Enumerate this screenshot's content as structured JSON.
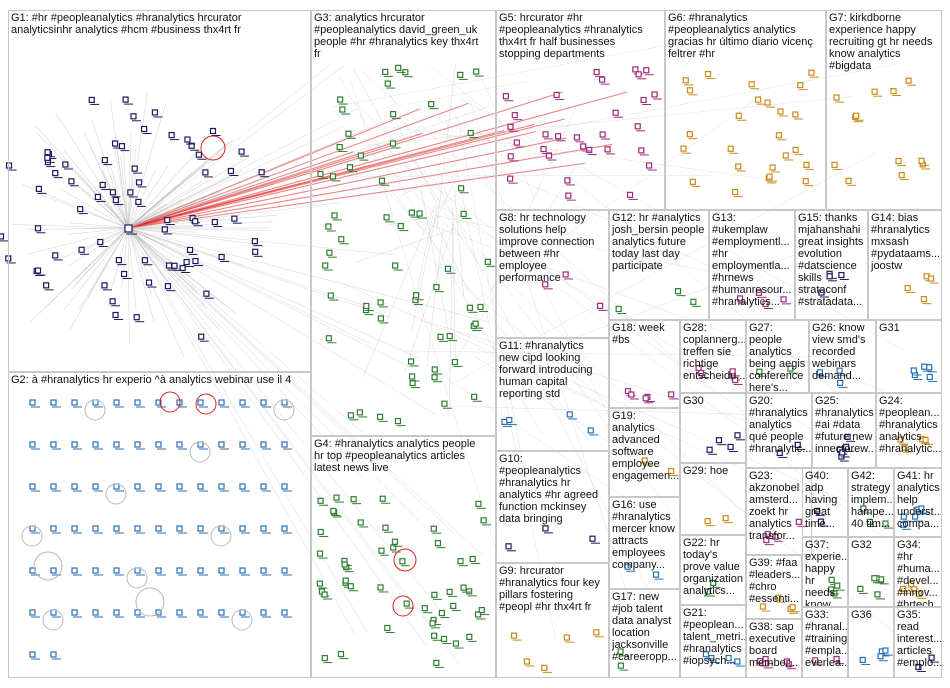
{
  "graph": {
    "colors": {
      "edge": "#b8b8b8",
      "edge_highlight": "#e02020",
      "border": "#c8c8c8",
      "g1_node": "#1a1a5e",
      "g2_node": "#2a6fb5",
      "g3_node": "#2e7d32",
      "g5_node": "#9c2a7a",
      "g6_node": "#c98a1a"
    },
    "groups": [
      {
        "id": "G1",
        "label": "G1: #hr #peopleanalytics #hranalytics hrcurator\nanalyticsinhr analytics #hcm #business thx4rt fr"
      },
      {
        "id": "G2",
        "label": "G2: à #hranalytics hr experio ^à analytics webinar use il 4"
      },
      {
        "id": "G3",
        "label": "G3: analytics hrcurator\n#peopleanalytics david_green_uk\npeople #hr #hranalytics key thx4rt\nfr"
      },
      {
        "id": "G4",
        "label": "G4: #hranalytics analytics people\nhr top #peopleanalytics articles\nlatest news live"
      },
      {
        "id": "G5",
        "label": "G5: hrcurator #hr\n#peopleanalytics #hranalytics\nthx4rt fr half businesses\nstopping departments"
      },
      {
        "id": "G6",
        "label": "G6: #hranalytics\n#peopleanalytics analytics\ngracias hr último diario vicenç\nfeltrer #hr"
      },
      {
        "id": "G7",
        "label": "G7: kirkdborne\nexperience happy\nrecruiting gt hr needs\nknow analytics\n#bigdata"
      },
      {
        "id": "G8",
        "label": "G8: hr technology\nsolutions help\nimprove connection\nbetween #hr\nemployee\nperformance"
      },
      {
        "id": "G9",
        "label": "G9: hrcurator\n#hranalytics four key\npillars fostering\n#peopl #hr thx4rt fr"
      },
      {
        "id": "G10",
        "label": "G10:\n#peopleanalytics\n#hranalytics hr\nanalytics #hr agreed\nfunction mckinsey\ndata bringing"
      },
      {
        "id": "G11",
        "label": "G11: #hranalytics\nnew cipd looking\nforward introducing\nhuman capital\nreporting std"
      },
      {
        "id": "G12",
        "label": "G12: hr #analytics\njosh_bersin people\nanalytics future\ntoday last day\nparticipate"
      },
      {
        "id": "G13",
        "label": "G13:\n#ukemplaw\n#employmentl...\n#hr\nemploymentla...\n#hrnews\n#humanresour...\n#hranalytics..."
      },
      {
        "id": "G14",
        "label": "G14: bias\n#hranalytics\nmxsash\n#pydataams...\njoostw"
      },
      {
        "id": "G15",
        "label": "G15: thanks\nmjahanshahi\ngreat insights\nevolution\n#datscience\nskills\nstrataconf\n#stratadata..."
      },
      {
        "id": "G16",
        "label": "G16: use\n#hranalytics\nmercer know\nattracts\nemployees\ncompany..."
      },
      {
        "id": "G17",
        "label": "G17: new\n#job talent\ndata analyst\nlocation\njacksonville\n#careeropp..."
      },
      {
        "id": "G18",
        "label": "G18: week\n#bs"
      },
      {
        "id": "G19",
        "label": "G19:\nanalytics\nadvanced\nsoftware\nemployee\nengagemen..."
      },
      {
        "id": "G20",
        "label": "G20:\n#hranalytics\nanalytics\nqué people\n#hranalytic..."
      },
      {
        "id": "G21",
        "label": "G21:\n#peoplean...\ntalent_metri...\n#hranalytics\n#iopsych..."
      },
      {
        "id": "G22",
        "label": "G22: hr\ntoday's\nprove value\norganization\nanalytics..."
      },
      {
        "id": "G23",
        "label": "G23:\nakzonobel\namsterd...\nzoekt hr\nanalytics\ntransfor..."
      },
      {
        "id": "G24",
        "label": "G24:\n#peoplean...\n#hranalytics\nanalytics\n#hranalytic..."
      },
      {
        "id": "G25",
        "label": "G25:\n#hranalytics\n#ai #data\n#future new\ninnectorew..."
      },
      {
        "id": "G26",
        "label": "G26: know\nview smd's\nrecorded\nwebinars\ndemand..."
      },
      {
        "id": "G27",
        "label": "G27: people\nanalytics\nbeing aegis\nconference\nhere's..."
      },
      {
        "id": "G28",
        "label": "G28:\ncoplannerg...\ntreffen sie\nrichtige\nentscheidu..."
      },
      {
        "id": "G29",
        "label": "G29: hoe"
      },
      {
        "id": "G30",
        "label": "G30"
      },
      {
        "id": "G31",
        "label": "G31"
      },
      {
        "id": "G32",
        "label": "G32"
      },
      {
        "id": "G33",
        "label": "G33:\n#hranal...\n#training\n#empla...\neverlea..."
      },
      {
        "id": "G34",
        "label": "G34: #hr\n#huma...\n#devel...\n#innov...\n#hrtech..."
      },
      {
        "id": "G35",
        "label": "G35:\nread\ninterest...\narticles\n#emplo..."
      },
      {
        "id": "G36",
        "label": "G36"
      },
      {
        "id": "G37",
        "label": "G37:\nexperie...\nhappy hr\nneeds\nknow..."
      },
      {
        "id": "G38",
        "label": "G38: sap\nexecutive\nboard\nmember..."
      },
      {
        "id": "G39",
        "label": "G39: #faa\n#leaders...\n#chro\n#essenti..."
      },
      {
        "id": "G40",
        "label": "G40:\nadp\nhaving\ngreat\ntime..."
      },
      {
        "id": "G41",
        "label": "G41: hr\nanalytics\nhelp\nunderst...\ncompa..."
      },
      {
        "id": "G42",
        "label": "G42:\nstrategy\nimplem...\nhampe...\n40 tim..."
      }
    ]
  }
}
